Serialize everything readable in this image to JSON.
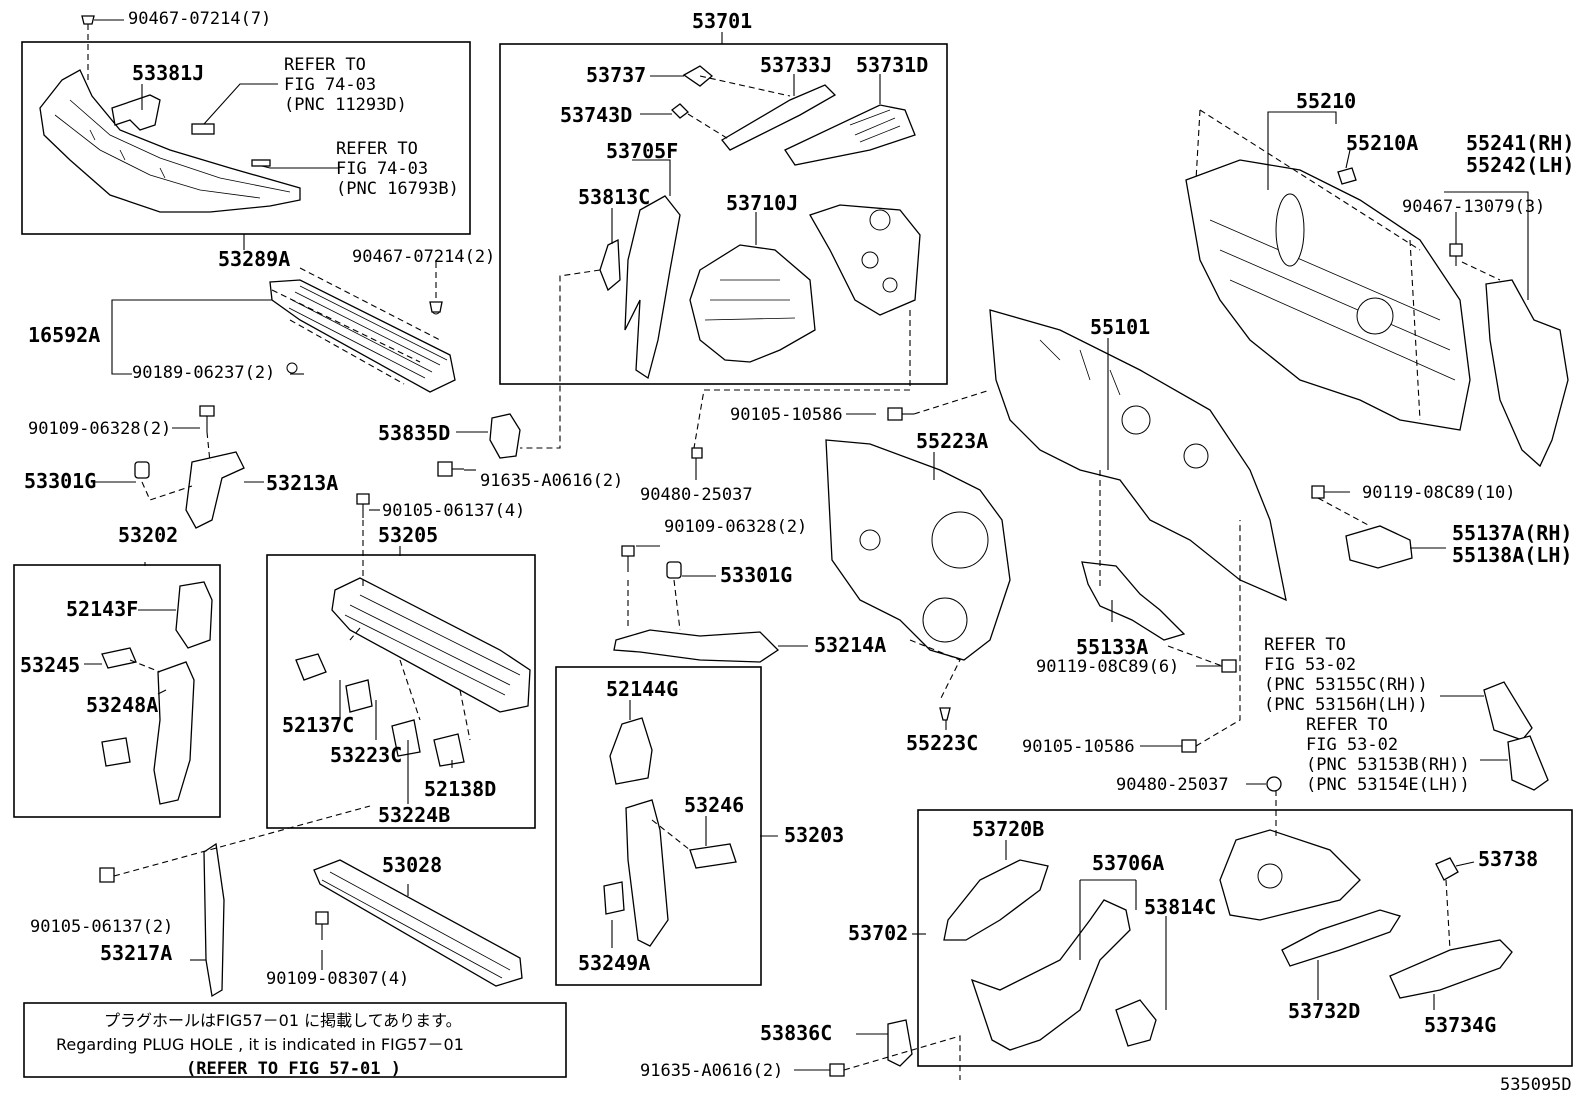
{
  "labels": {
    "l90467_07214_7": "90467-07214(7)",
    "l53381J": "53381J",
    "refer1a": "REFER TO",
    "refer1b": "FIG 74-03",
    "refer1c": "(PNC 11293D)",
    "refer2a": "REFER TO",
    "refer2b": "FIG 74-03",
    "refer2c": "(PNC 16793B)",
    "l53289A": "53289A",
    "l90467_07214_2": "90467-07214(2)",
    "l16592A": "16592A",
    "l90189_06237": "90189-06237(2)",
    "l53835D": "53835D",
    "l90109_06328_a": "90109-06328(2)",
    "l53301G_a": "53301G",
    "l53213A": "53213A",
    "l91635_a": "91635-A0616(2)",
    "l90105_06137_4": "90105-06137(4)",
    "l53202": "53202",
    "l52143F": "52143F",
    "l53245": "53245",
    "l53248A": "53248A",
    "l53205": "53205",
    "l52137C": "52137C",
    "l53223C": "53223C",
    "l53224B": "53224B",
    "l52138D": "52138D",
    "l90105_06137_2": "90105-06137(2)",
    "l53217A": "53217A",
    "l53028": "53028",
    "l90109_08307": "90109-08307(4)",
    "l53701": "53701",
    "l53737": "53737",
    "l53733J": "53733J",
    "l53731D": "53731D",
    "l53743D": "53743D",
    "l53705F": "53705F",
    "l53813C": "53813C",
    "l53710J": "53710J",
    "l90480_a": "90480-25037",
    "l90109_06328_b": "90109-06328(2)",
    "l53301G_b": "53301G",
    "l53214A": "53214A",
    "l52144G": "52144G",
    "l53246": "53246",
    "l53203": "53203",
    "l53249A": "53249A",
    "l90105_10586_a": "90105-10586",
    "l55223A": "55223A",
    "l55101": "55101",
    "l55223C": "55223C",
    "l55133A": "55133A",
    "l90119_08C89_6": "90119-08C89(6)",
    "l90105_10586_b": "90105-10586",
    "l55210": "55210",
    "l55210A": "55210A",
    "l55241": "55241(RH)",
    "l55242": "55242(LH)",
    "l90467_13079": "90467-13079(3)",
    "l90119_08C89_10": "90119-08C89(10)",
    "l55137A": "55137A(RH)",
    "l55138A": "55138A(LH)",
    "refer3a": "REFER TO",
    "refer3b": "FIG 53-02",
    "refer3c": "(PNC 53155C(RH))",
    "refer3d": "(PNC 53156H(LH))",
    "refer4a": "REFER TO",
    "refer4b": "FIG 53-02",
    "refer4c": "(PNC 53153B(RH))",
    "refer4d": "(PNC 53154E(LH))",
    "l90480_b": "90480-25037",
    "l53720B": "53720B",
    "l53706A": "53706A",
    "l53814C": "53814C",
    "l53738": "53738",
    "l53702": "53702",
    "l53732D": "53732D",
    "l53734G": "53734G",
    "l53836C": "53836C",
    "l91635_b": "91635-A0616(2)"
  },
  "note": {
    "line1": "プラグホールはFIG57－01 に掲載してあります。",
    "line2": "Regarding PLUG HOLE , it is indicated in FIG57－01",
    "line3": "(REFER TO FIG 57-01  )"
  },
  "diagram_id": "535095D"
}
